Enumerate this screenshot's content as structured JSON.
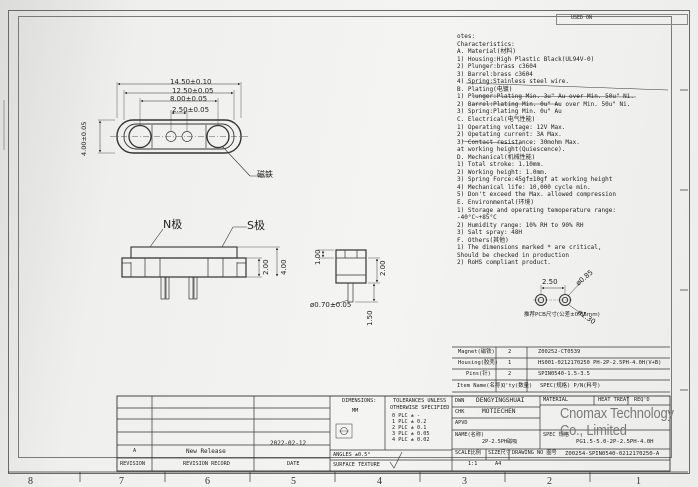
{
  "header": {
    "used_on": "USED ON"
  },
  "dimensions_top": {
    "d1": "14.50±0.10",
    "d2": "12.50±0.05",
    "d3": "8.00±0.05",
    "d4": "2.50±0.05",
    "height": "4.00±0.05"
  },
  "labels": {
    "magnet": "磁铁",
    "n_pole": "N极",
    "s_pole": "S极"
  },
  "dimensions_side": {
    "left_h1": "2.00",
    "left_h2": "4.00",
    "right_w": "1.00",
    "right_h1": "2.00",
    "right_h2": "1.50",
    "pin_dia": "ø0.70±0.05"
  },
  "pcb": {
    "pitch": "2.50",
    "hole": "ø0.85",
    "pad": "ø1.30",
    "caption": "推荐PCB尺寸(公差±0.05mm)"
  },
  "notes": {
    "heading": "otes:",
    "lines": [
      "Characteristics:",
      "  A. Material(材料)",
      "    1) Housing:High Plastic Black(UL94V-0)",
      "    2) Plunger:brass c3604",
      "    3) Barrel:brass c3604",
      "    4) Spring:Stainless steel wire.",
      "  B. Plating(电镀)",
      "    1) Plunger:Plating Min. 3u\" Au over Min. 50u\" Ni.",
      "    2) Barrel:Plating Min. 0u\" Au over Min. 50u\" Ni.",
      "    3) Spring:Plating Min. 0u\" Au",
      "  C. Electrical(电气性能)",
      "    1) Operating voltage: 12V Max.",
      "    2) Opetating current: 3A Max.",
      "    3) Contact resistance: 30mohm Max.",
      "       at working height(Quiescence).",
      "  D. Mechanical(机械性能)",
      "    1) Total stroke: 1.10mm.",
      "    2) Working height: 1.0mm.",
      "    3) Spring Force:45gf±10gf at working height",
      "    4) Mechanical life: 10,000 cycle min.",
      "    5) Don't exceed the Max. allowed compression",
      "  E. Environmental(环境)",
      "    1) Storage and operating temoperature range:",
      "       -40°C~+85°C",
      "    2) Humidity range: 10% RH to 90% RH",
      "    3) Salt spray: 48H",
      "  F. Others(其他)",
      "    1) The dimensions marked * are critical,",
      "       Should be checked in production",
      "    2) RoHS compliant product."
    ]
  },
  "bom": [
    {
      "name": "Magnet(磁铁)",
      "qty": "2",
      "part": "Z00252-CT0539"
    },
    {
      "name": "Housing(胶壳)",
      "qty": "1",
      "part": "HS001-0212170250 PH-2P-2.5PH-4.0H(V+B)"
    },
    {
      "name": "Pins(针)",
      "qty": "2",
      "part": "SPIN0540-1.5-3.5"
    },
    {
      "name": "Item Name(名称)",
      "qty": "Q'ty(数量)",
      "part": "SPEC(规格) P/N(料号)"
    }
  ],
  "title_block": {
    "revision": "REVISION",
    "revision_record": "REVISION RECORD",
    "date": "DATE",
    "rev_a": "A",
    "new_release": "New Release",
    "release_date": "2022-02-12",
    "dimensions_label": "DIMENSIONS:",
    "dimensions_unit": "MM",
    "tolerances_label": "TOLERANCES UNLESS",
    "otherwise": "OTHERWISE SPECIFIED",
    "tol_rows": [
      "0 PLC  ±  -",
      "1 PLC  ±  0.2",
      "2 PLC  ±  0.1",
      "3 PLC  ±  0.05",
      "4 PLC  ±  0.02"
    ],
    "angles": "ANGLES ±0.5°",
    "surface": "SURFACE TEXTURE",
    "dwn": "DWN",
    "drawer": "DENGYINGSHUAI",
    "chk": "CHK",
    "checker": "MOTIECHEN",
    "apvd": "APVD",
    "name": "NAME(名称)",
    "name_val": "2P-2.5PH磁吸",
    "scale": "SCALE比例",
    "scale_val": "1:1",
    "size": "SIZE尺寸",
    "size_val": "A4",
    "drawing_no": "DRAWING NO 图号",
    "material": "MATERIAL",
    "heat_treat": "HEAT TREAT",
    "req": "REQ'D",
    "spec": "SPEC 规格",
    "spec_val": "PG1.5-5.0-2P-2.5PH-4.0H",
    "drawing_val": "Z00254-SPIN0540-0212170250-A",
    "company": "Cnomax Technology Co., Limited"
  },
  "grid_numbers": [
    "8",
    "7",
    "6",
    "5",
    "4",
    "3",
    "2",
    "1"
  ]
}
